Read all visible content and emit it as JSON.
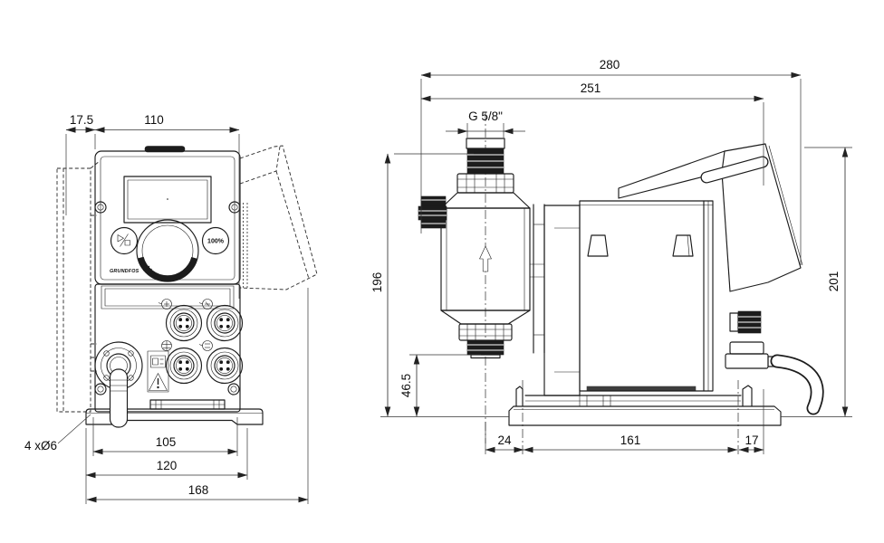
{
  "front_view": {
    "dims": {
      "mount_offset": "17.5",
      "housing_width": "110",
      "base_hole_note": "4 xØ6",
      "hole_spacing_width": "105",
      "plate_width": "120",
      "overall_depth": "168"
    },
    "control_panel": {
      "boost_button_label": "100%",
      "logo_text": "GRUNDFOS"
    }
  },
  "side_view": {
    "dims": {
      "overall_length": "280",
      "body_length": "251",
      "thread_size": "G 5/8\"",
      "inlet_height": "196",
      "overall_height_rear": "201",
      "valve_height": "46.5",
      "front_overhang": "24",
      "hole_spacing_length": "161",
      "rear_overhang": "17"
    }
  }
}
